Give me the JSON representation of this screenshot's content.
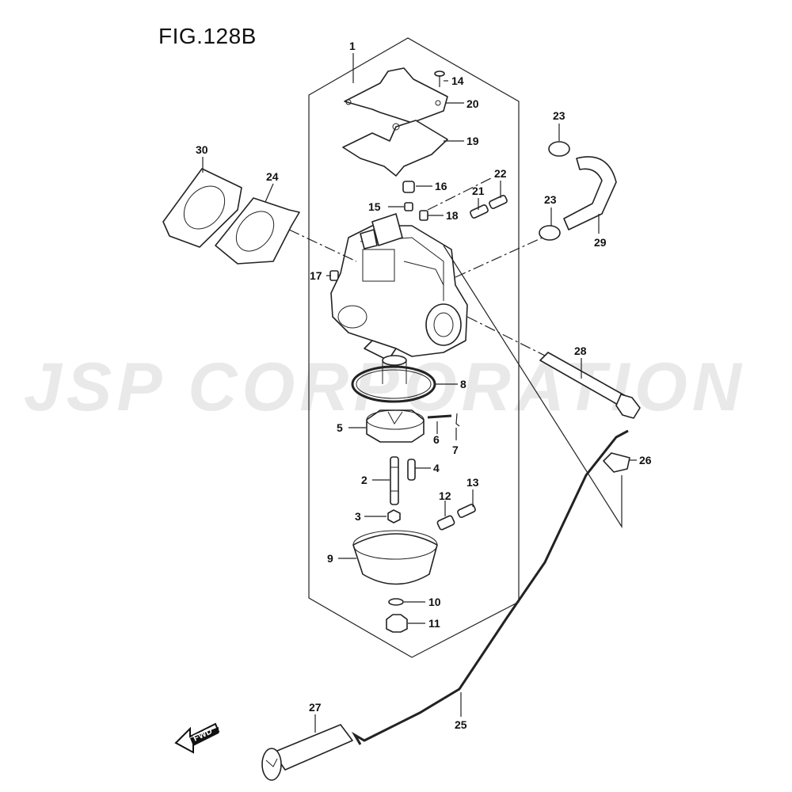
{
  "figure": {
    "title": "FIG.128B"
  },
  "watermark": {
    "text": "JSP CORPORATION"
  },
  "parts": [
    {
      "id": "1",
      "label": "1"
    },
    {
      "id": "2",
      "label": "2"
    },
    {
      "id": "3",
      "label": "3"
    },
    {
      "id": "4",
      "label": "4"
    },
    {
      "id": "5",
      "label": "5"
    },
    {
      "id": "6",
      "label": "6"
    },
    {
      "id": "7",
      "label": "7"
    },
    {
      "id": "8",
      "label": "8"
    },
    {
      "id": "9",
      "label": "9"
    },
    {
      "id": "10",
      "label": "10"
    },
    {
      "id": "11",
      "label": "11"
    },
    {
      "id": "12",
      "label": "12"
    },
    {
      "id": "13",
      "label": "13"
    },
    {
      "id": "14",
      "label": "14"
    },
    {
      "id": "15",
      "label": "15"
    },
    {
      "id": "16",
      "label": "16"
    },
    {
      "id": "17",
      "label": "17"
    },
    {
      "id": "18",
      "label": "18"
    },
    {
      "id": "19",
      "label": "19"
    },
    {
      "id": "20",
      "label": "20"
    },
    {
      "id": "21",
      "label": "21"
    },
    {
      "id": "22",
      "label": "22"
    },
    {
      "id": "23a",
      "label": "23"
    },
    {
      "id": "23b",
      "label": "23"
    },
    {
      "id": "24",
      "label": "24"
    },
    {
      "id": "25",
      "label": "25"
    },
    {
      "id": "26",
      "label": "26"
    },
    {
      "id": "27",
      "label": "27"
    },
    {
      "id": "28",
      "label": "28"
    },
    {
      "id": "29",
      "label": "29"
    },
    {
      "id": "30",
      "label": "30"
    }
  ],
  "direction_marker": {
    "text": "FWD"
  }
}
